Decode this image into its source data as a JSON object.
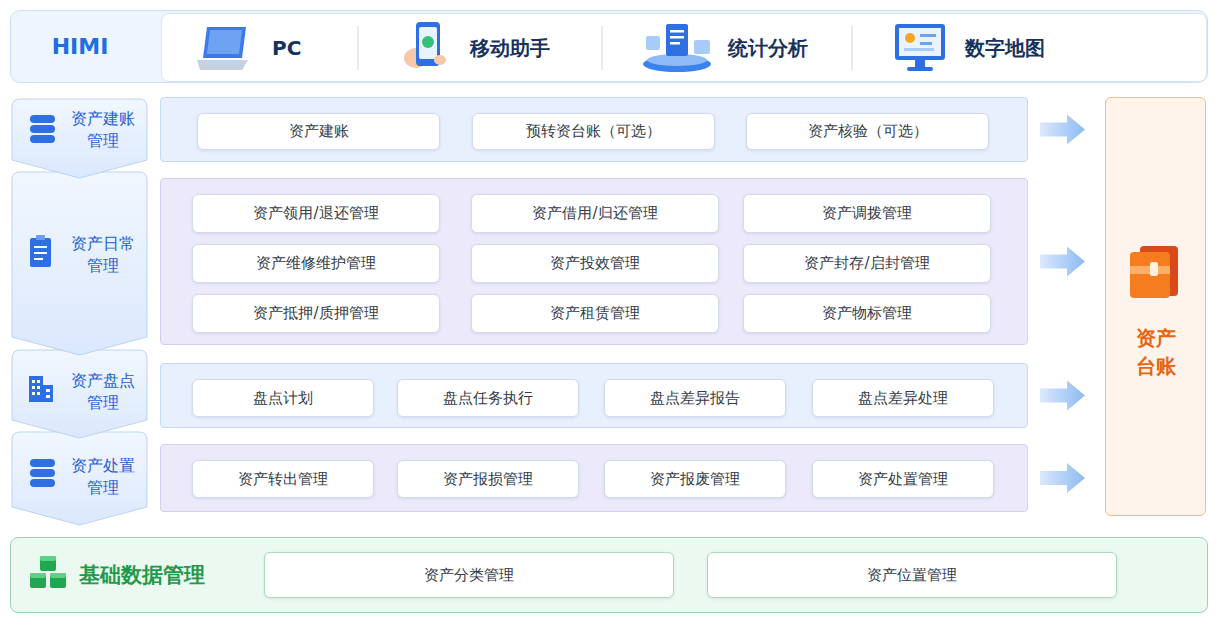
{
  "diagram": {
    "nodes": [
      {
        "text": [
          "HIMI"
        ]
      },
      {
        "text": [
          "PC",
          "移动助手",
          "统计分析",
          "数字地图"
        ],
        "in": 0
      },
      {
        "text": [
          "资产建账 管理"
        ]
      },
      {
        "text": [
          "资产建账"
        ],
        "in": 2
      },
      {
        "text": [
          "预转资台账（可选）"
        ],
        "in": 2
      },
      {
        "text": [
          "资产核验（可选）"
        ],
        "in": 2
      },
      {
        "text": [
          "资产日常 管理"
        ]
      },
      {
        "text": [
          "资产领用/退还管理"
        ],
        "in": 6
      },
      {
        "text": [
          "资产借用/归还管理"
        ],
        "in": 6
      },
      {
        "text": [
          "资产调拨管理"
        ],
        "in": 6
      },
      {
        "text": [
          "资产维修维护管理"
        ],
        "in": 6
      },
      {
        "text": [
          "资产投效管理"
        ],
        "in": 6
      },
      {
        "text": [
          "资产封存/启封管理"
        ],
        "in": 6
      },
      {
        "text": [
          "资产抵押/质押管理"
        ],
        "in": 6
      },
      {
        "text": [
          "资产租赁管理"
        ],
        "in": 6
      },
      {
        "text": [
          "资产物标管理"
        ],
        "in": 6
      },
      {
        "text": [
          "资产盘点 管理"
        ]
      },
      {
        "text": [
          "盘点计划"
        ],
        "in": 16
      },
      {
        "text": [
          "盘点任务执行"
        ],
        "in": 16
      },
      {
        "text": [
          "盘点差异报告"
        ],
        "in": 16
      },
      {
        "text": [
          "盘点差异处理"
        ],
        "in": 16
      },
      {
        "text": [
          "资产处置 管理"
        ]
      },
      {
        "text": [
          "资产转出管理"
        ],
        "in": 21
      },
      {
        "text": [
          "资产报损管理"
        ],
        "in": 21
      },
      {
        "text": [
          "资产报废管理"
        ],
        "in": 21
      },
      {
        "text": [
          "资产处置管理"
        ],
        "in": 21
      },
      {
        "text": [
          "资产 台账"
        ]
      },
      {
        "text": [
          "基础数据管理"
        ]
      },
      {
        "text": [
          "资产分类管理"
        ],
        "in": 27
      },
      {
        "text": [
          "资产位置管理"
        ],
        "in": 27
      }
    ],
    "edges": [
      {
        "from": 2,
        "to": 26,
        "arrow": "to"
      },
      {
        "from": 6,
        "to": 26,
        "arrow": "to"
      },
      {
        "from": 16,
        "to": 26,
        "arrow": "to"
      },
      {
        "from": 21,
        "to": 26,
        "arrow": "to"
      }
    ]
  }
}
